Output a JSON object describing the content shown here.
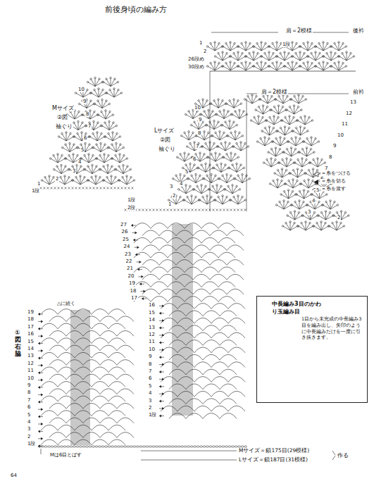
{
  "diagram": {
    "title": "前後身頃の編み方",
    "nodes": [
      {
        "text": [
          "中長編み3目のかわり玉編み目",
          "1目から未完成の中長編み3目を編み出し、矢印のように中長編みだけを一度に引き抜きます。"
        ]
      }
    ],
    "edges": [],
    "labels": [
      "肩＝2模様",
      "後衿",
      "1段",
      "1",
      "2",
      "26段め",
      "30段め",
      "肩＝2模様",
      "前衿",
      "13",
      "12",
      "11",
      "10",
      "9",
      "8",
      "7",
      "6",
      "5",
      "4",
      "3",
      "2",
      "10",
      "9",
      "8",
      "7",
      "6",
      "5",
      "4",
      "3",
      "2",
      "1",
      "Lサイズ",
      "②図",
      "袖ぐり",
      "1段",
      "2段",
      "10",
      "9",
      "8",
      "7",
      "6",
      "5",
      "4",
      "3",
      "2",
      "1",
      "1段",
      "Mサイズ",
      "②図",
      "袖ぐり",
      "27",
      "26",
      "25",
      "24",
      "23",
      "22",
      "21",
      "20",
      "19",
      "18",
      "17",
      "16",
      "15",
      "14",
      "13",
      "12",
      "11",
      "10",
      "9",
      "8",
      "7",
      "6",
      "5",
      "4",
      "3",
      "2",
      "1段",
      "△に続く",
      "19",
      "18",
      "17",
      "16",
      "15",
      "14",
      "13",
      "12",
      "11",
      "10",
      "9",
      "8",
      "7",
      "6",
      "5",
      "4",
      "3",
      "2",
      "1段",
      "①図右脇",
      "Mは6目とばす",
      "Mサイズ＝鎖175目(29模様)",
      "作る",
      "Lサイズ＝鎖187目(31模様)",
      "64",
      "①",
      "②",
      "③"
    ],
    "legend": [
      {
        "text": "＝糸をつける"
      },
      {
        "text": "＝糸を切る"
      },
      {
        "text": "＝糸を渡す"
      }
    ]
  }
}
